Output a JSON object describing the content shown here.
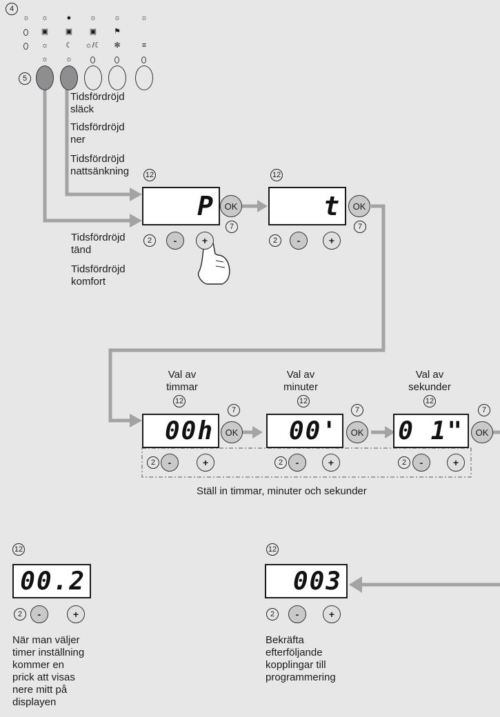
{
  "labels": {
    "slack": [
      "Tidsfördröjd",
      "släck"
    ],
    "ner": [
      "Tidsfördröjd",
      "ner"
    ],
    "natt": [
      "Tidsfördröjd",
      "nattsänkning"
    ],
    "tand": [
      "Tidsfördröjd",
      "tänd"
    ],
    "komfort": [
      "Tidsfördröjd",
      "komfort"
    ]
  },
  "markers": {
    "m4": "4",
    "m5": "5",
    "m12": "12",
    "m2": "2",
    "m7": "7"
  },
  "keys": {
    "ok": "OK",
    "minus": "-",
    "plus": "+"
  },
  "displays": {
    "p": "P",
    "t": "t",
    "hours": "00h",
    "minutes": "00'",
    "seconds": "0 1\"",
    "dot": "00.2",
    "three": "003"
  },
  "columns": {
    "hours": [
      "Val av",
      "timmar"
    ],
    "minutes": [
      "Val av",
      "minuter"
    ],
    "seconds": [
      "Val av",
      "sekunder"
    ]
  },
  "set_caption": "Ställ in timmar, minuter och sekunder",
  "note_left": [
    "När man väljer",
    "timer inställning",
    "kommer en",
    "prick att visas",
    "nere mitt på",
    "displayen"
  ],
  "note_right": [
    "Bekräfta",
    "efterföljande",
    "kopplingar till",
    "programmering"
  ]
}
